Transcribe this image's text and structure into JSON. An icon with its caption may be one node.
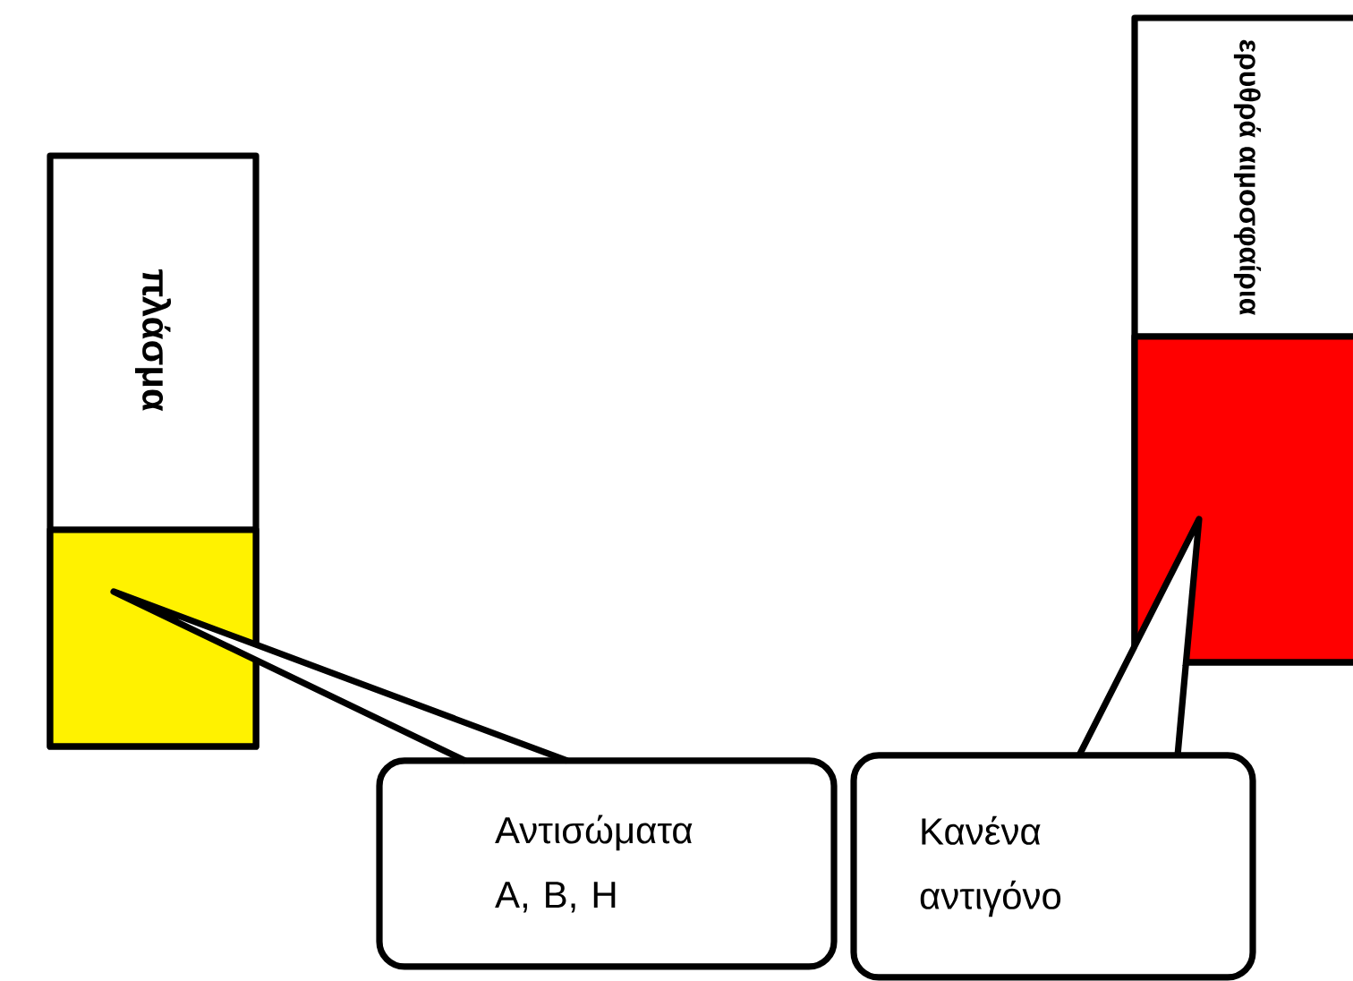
{
  "diagram": {
    "nodes": [
      {
        "text": [
          "πλάσμα"
        ]
      },
      {
        "text": [],
        "shape": "box",
        "in": 0
      },
      {
        "text": [
          "ερυθρά αιμοσφαίρια"
        ]
      },
      {
        "text": [],
        "shape": "box",
        "in": 2
      },
      {
        "text": [
          "Αντισώματα A, B, H"
        ]
      },
      {
        "text": [
          "Κανένα αντιγόνο"
        ]
      }
    ],
    "edges": [
      {
        "from": 4,
        "to": 1,
        "arrow": "none"
      },
      {
        "from": 5,
        "to": 3,
        "arrow": "none"
      }
    ]
  }
}
